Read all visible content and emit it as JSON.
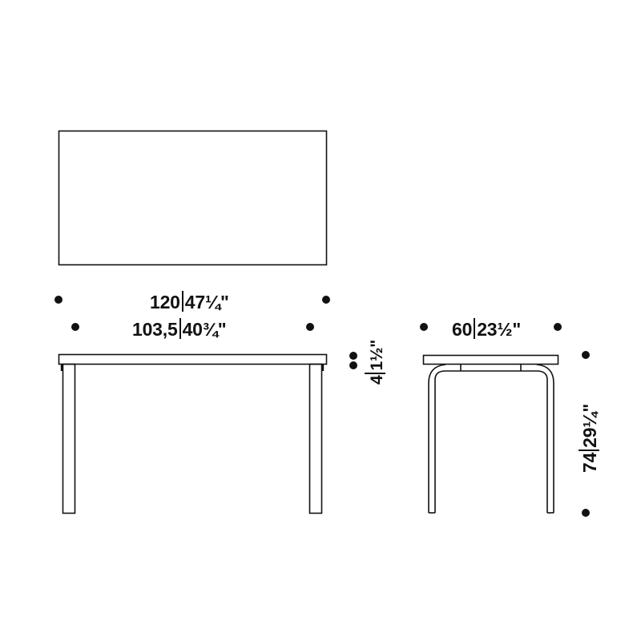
{
  "diagram": {
    "type": "technical furniture drawing",
    "subject": "rectangular table",
    "line_color": "#111111",
    "background": "#ffffff"
  },
  "views": {
    "top": {
      "name": "top view"
    },
    "front": {
      "name": "front elevation"
    },
    "side": {
      "name": "side elevation"
    }
  },
  "dimensions": {
    "overall_length": {
      "metric": "120",
      "imperial": "47¼\""
    },
    "leg_span": {
      "metric": "103,5",
      "imperial": "40¾\""
    },
    "top_thickness": {
      "metric": "4",
      "imperial": "1½\""
    },
    "depth": {
      "metric": "60",
      "imperial": "23½\""
    },
    "height": {
      "metric": "74",
      "imperial": "29¼\""
    }
  }
}
